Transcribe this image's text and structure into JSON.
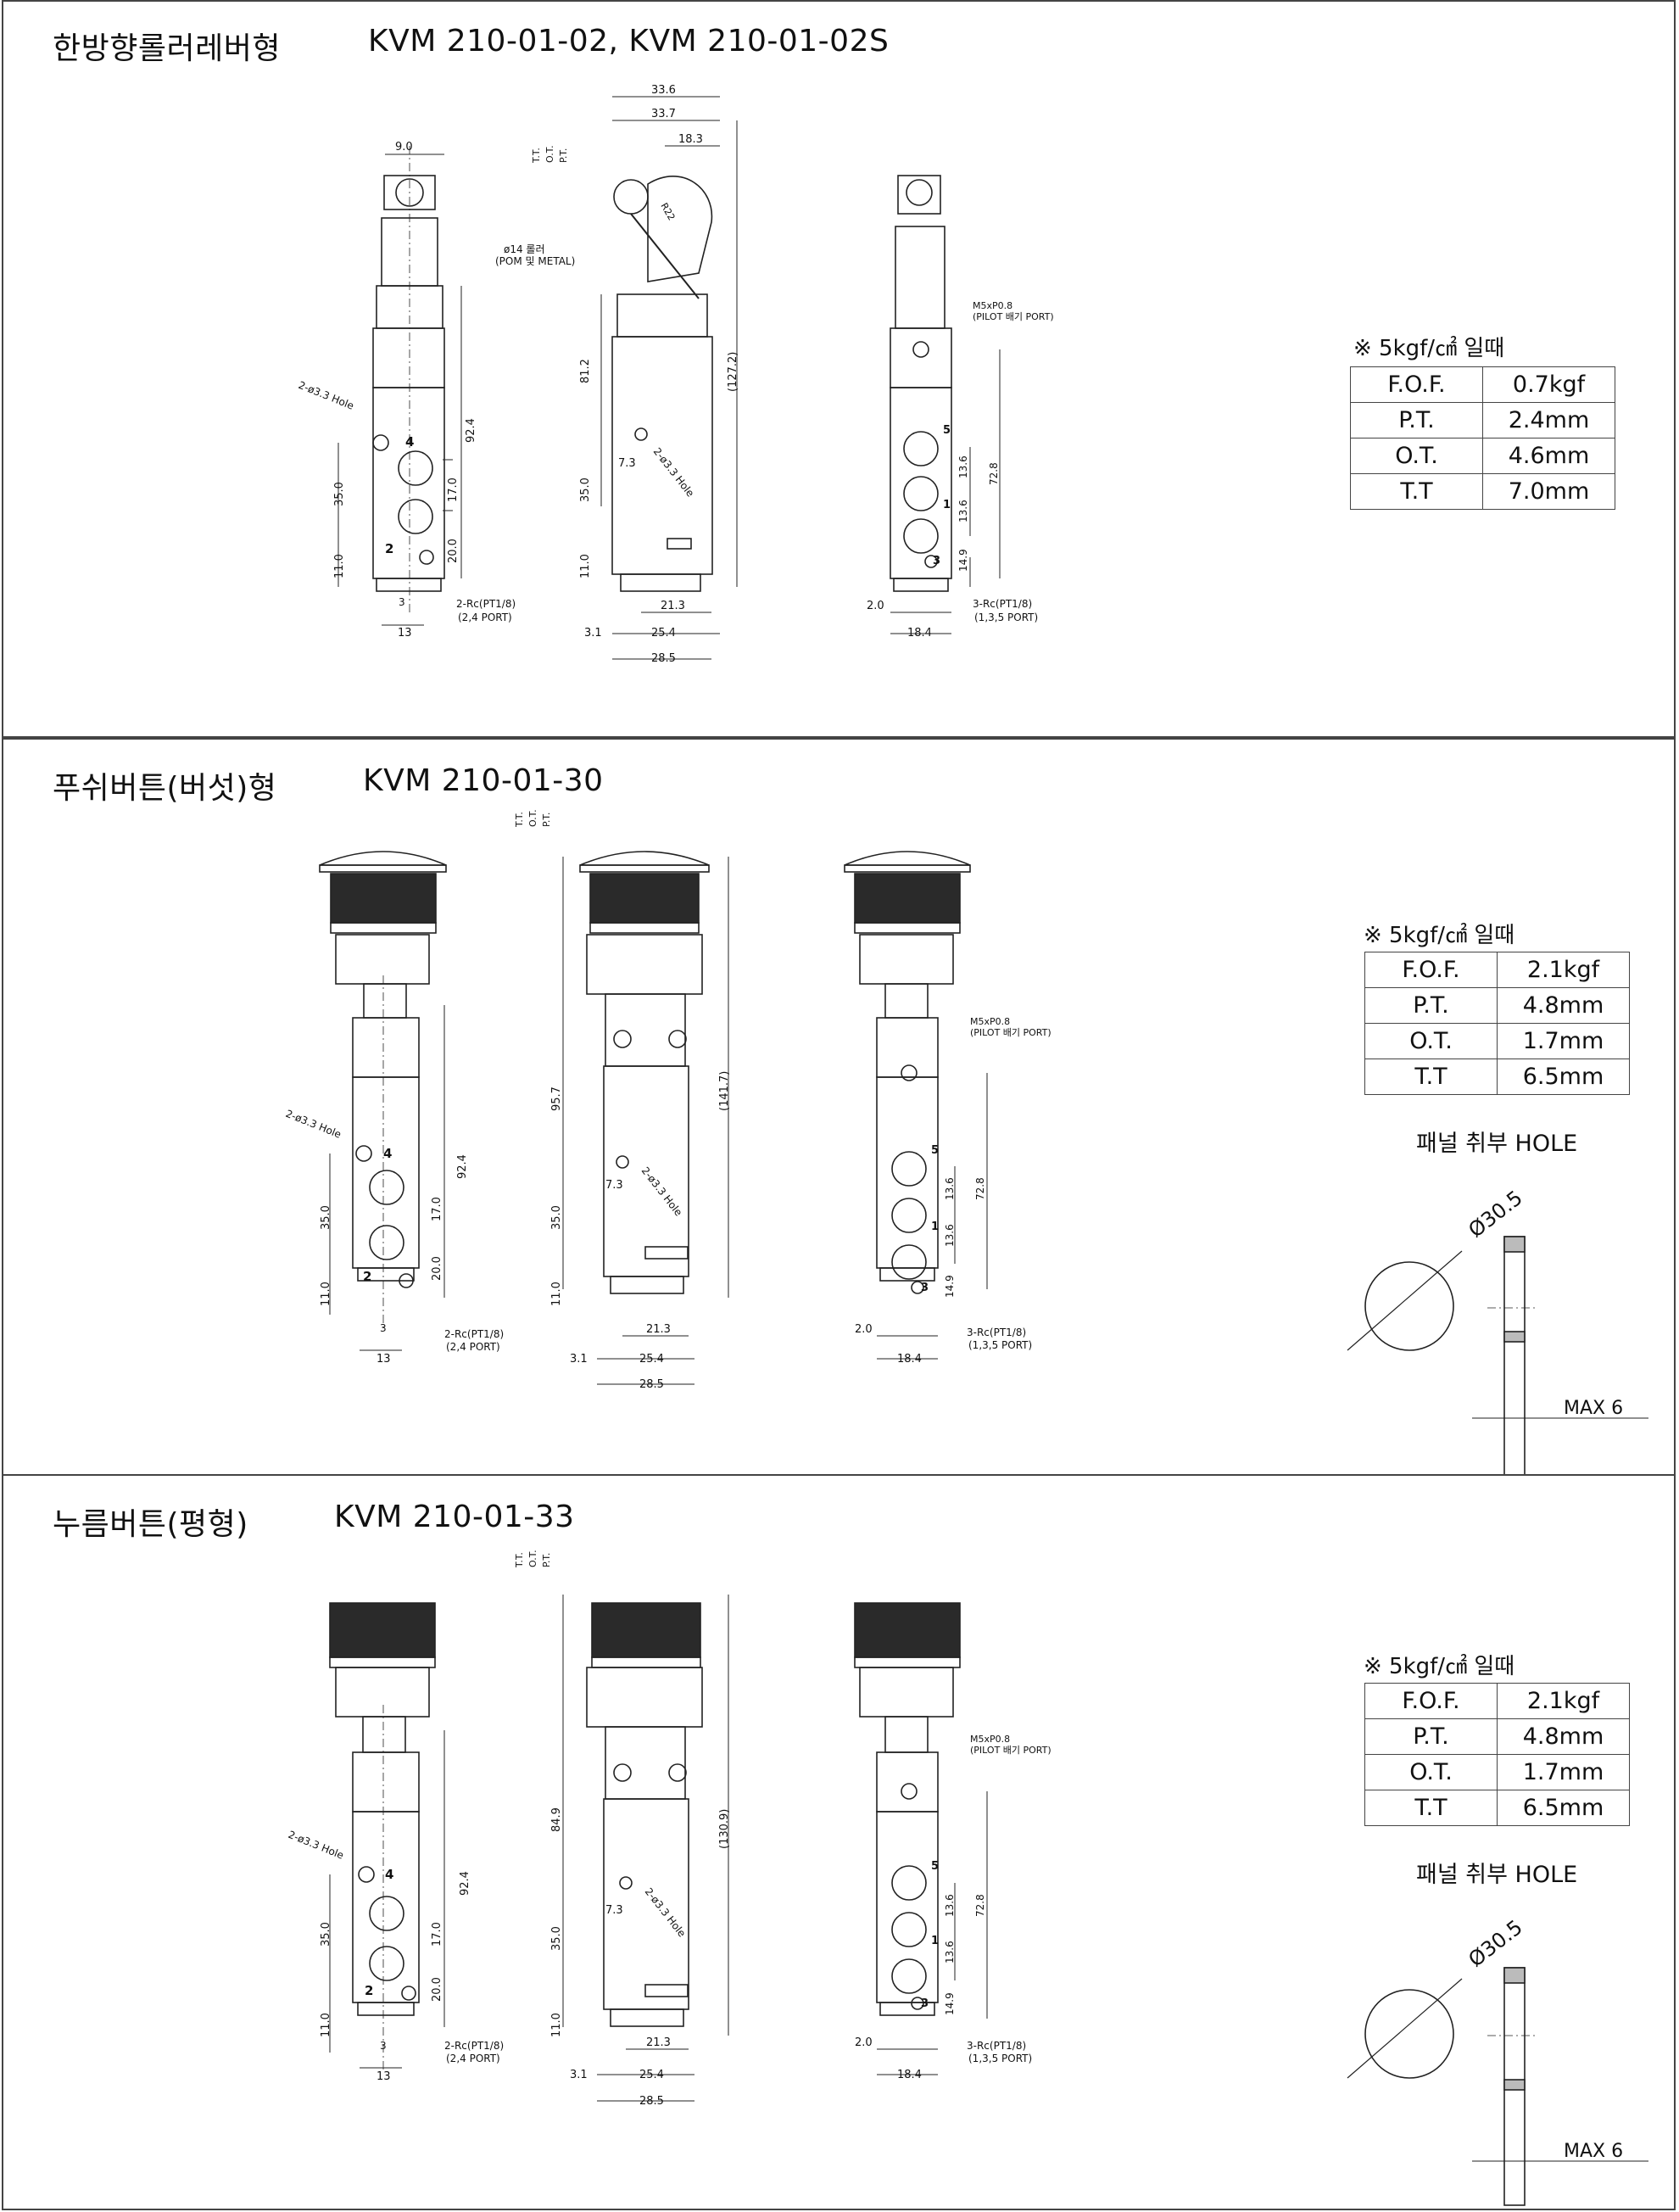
{
  "sections": [
    {
      "title": "한방향롤러레버형",
      "model": "KVM 210-01-02, KVM 210-01-02S",
      "note": "※ 5kgf/㎠ 일때",
      "specs": [
        [
          "F.O.F.",
          "0.7kgf"
        ],
        [
          "P.T.",
          "2.4mm"
        ],
        [
          "O.T.",
          "4.6mm"
        ],
        [
          "T.T",
          "7.0mm"
        ]
      ],
      "view_a": {
        "top": "9.0",
        "hole": "2-ø3.3 Hole",
        "d1": "92.4",
        "d2": "35.0",
        "d3": "17.0",
        "d4": "20.0",
        "d5": "11.0",
        "d6": "3",
        "d7": "13",
        "port": "2-Rc(PT1/8)",
        "port2": "(2,4 PORT)",
        "n4": "4",
        "n2": "2"
      },
      "view_b": {
        "w1": "33.6",
        "w2": "33.7",
        "w3": "18.3",
        "tt": "T.T.",
        "ot": "O.T.",
        "pt": "P.T.",
        "roller": "ø14 롤러",
        "roller2": "(POM 및 METAL)",
        "r": "R22",
        "h1": "81.2",
        "h2": "(127.2)",
        "h3": "35.0",
        "h4": "11.0",
        "d73": "7.3",
        "hole": "2-ø3.3 Hole",
        "b1": "21.3",
        "b2": "3.1",
        "b3": "25.4",
        "b4": "28.5"
      },
      "view_c": {
        "m5": "M5xP0.8",
        "pilot": "(PILOT 배기 PORT)",
        "d1": "13.6",
        "d2": "13.6",
        "d3": "72.8",
        "d4": "14.9",
        "d5": "2.0",
        "d6": "18.4",
        "port": "3-Rc(PT1/8)",
        "port2": "(1,3,5 PORT)",
        "n5": "5",
        "n1": "1",
        "n3": "3"
      }
    },
    {
      "title": "푸쉬버튼(버섯)형",
      "model": "KVM 210-01-30",
      "note": "※ 5kgf/㎠ 일때",
      "specs": [
        [
          "F.O.F.",
          "2.1kgf"
        ],
        [
          "P.T.",
          "4.8mm"
        ],
        [
          "O.T.",
          "1.7mm"
        ],
        [
          "T.T",
          "6.5mm"
        ]
      ],
      "hole_title": "패널 취부 HOLE",
      "hole_dia": "Ø30.5",
      "max": "MAX 6",
      "view_a": {
        "hole": "2-ø3.3 Hole",
        "d1": "92.4",
        "d2": "35.0",
        "d3": "17.0",
        "d4": "20.0",
        "d5": "11.0",
        "d6": "3",
        "d7": "13",
        "port": "2-Rc(PT1/8)",
        "port2": "(2,4 PORT)",
        "n4": "4",
        "n2": "2"
      },
      "view_b": {
        "tt": "T.T.",
        "ot": "O.T.",
        "pt": "P.T.",
        "h1": "95.7",
        "h2": "(141.7)",
        "h3": "35.0",
        "h4": "11.0",
        "d73": "7.3",
        "hole": "2-ø3.3 Hole",
        "b1": "21.3",
        "b2": "3.1",
        "b3": "25.4",
        "b4": "28.5"
      },
      "view_c": {
        "m5": "M5xP0.8",
        "pilot": "(PILOT 배기 PORT)",
        "d1": "13.6",
        "d2": "13.6",
        "d3": "72.8",
        "d4": "14.9",
        "d5": "2.0",
        "d6": "18.4",
        "port": "3-Rc(PT1/8)",
        "port2": "(1,3,5 PORT)",
        "n5": "5",
        "n1": "1",
        "n3": "3"
      }
    },
    {
      "title": "누름버튼(평형)",
      "model": "KVM 210-01-33",
      "note": "※ 5kgf/㎠ 일때",
      "specs": [
        [
          "F.O.F.",
          "2.1kgf"
        ],
        [
          "P.T.",
          "4.8mm"
        ],
        [
          "O.T.",
          "1.7mm"
        ],
        [
          "T.T",
          "6.5mm"
        ]
      ],
      "hole_title": "패널 취부 HOLE",
      "hole_dia": "Ø30.5",
      "max": "MAX 6",
      "view_a": {
        "hole": "2-ø3.3 Hole",
        "d1": "92.4",
        "d2": "35.0",
        "d3": "17.0",
        "d4": "20.0",
        "d5": "11.0",
        "d6": "3",
        "d7": "13",
        "port": "2-Rc(PT1/8)",
        "port2": "(2,4 PORT)",
        "n4": "4",
        "n2": "2"
      },
      "view_b": {
        "tt": "T.T.",
        "ot": "O.T.",
        "pt": "P.T.",
        "h1": "84.9",
        "h2": "(130.9)",
        "h3": "35.0",
        "h4": "11.0",
        "d73": "7.3",
        "hole": "2-ø3.3 Hole",
        "b1": "21.3",
        "b2": "3.1",
        "b3": "25.4",
        "b4": "28.5"
      },
      "view_c": {
        "m5": "M5xP0.8",
        "pilot": "(PILOT 배기 PORT)",
        "d1": "13.6",
        "d2": "13.6",
        "d3": "72.8",
        "d4": "14.9",
        "d5": "2.0",
        "d6": "18.4",
        "port": "3-Rc(PT1/8)",
        "port2": "(1,3,5 PORT)",
        "n5": "5",
        "n1": "1",
        "n3": "3"
      }
    }
  ]
}
